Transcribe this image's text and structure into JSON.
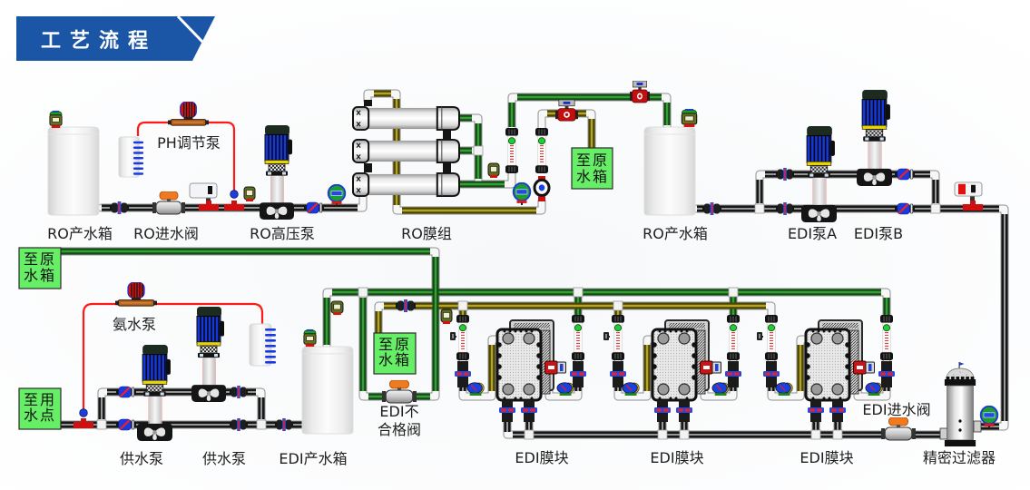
{
  "header": {
    "title": "工艺流程"
  },
  "colors": {
    "banner": "#1b55a6",
    "label_box": "#66ee66",
    "pipe_green": "#35a035",
    "pipe_olive": "#b4a42a",
    "dosing_line": "#ff1a1a"
  },
  "ro_section": {
    "ro_product_tank_left": "RO产水箱",
    "ro_inlet_valve": "RO进水阀",
    "ph_dosing_pump": "PH调节泵",
    "ro_high_pressure_pump": "RO高压泵",
    "ro_membrane_array": "RO膜组",
    "to_raw_tank": [
      "至原",
      "水箱"
    ],
    "ro_product_tank_right": "RO产水箱",
    "edi_pump_a": "EDI泵A",
    "edi_pump_b": "EDI泵B"
  },
  "supply_section": {
    "to_raw_tank": [
      "至原",
      "水箱"
    ],
    "to_use_point": [
      "至用",
      "水点"
    ],
    "ammonia_pump": "氨水泵",
    "supply_pumps": [
      "供水泵",
      "供水泵"
    ],
    "edi_product_tank": "EDI产水箱"
  },
  "edi_section": {
    "reject_valve": [
      "EDI不",
      "合格阀"
    ],
    "to_raw_tank": [
      "至原",
      "水箱"
    ],
    "modules": [
      "EDI膜块",
      "EDI膜块",
      "EDI膜块"
    ],
    "inlet_valve": "EDI进水阀",
    "precision_filter": "精密过滤器"
  }
}
